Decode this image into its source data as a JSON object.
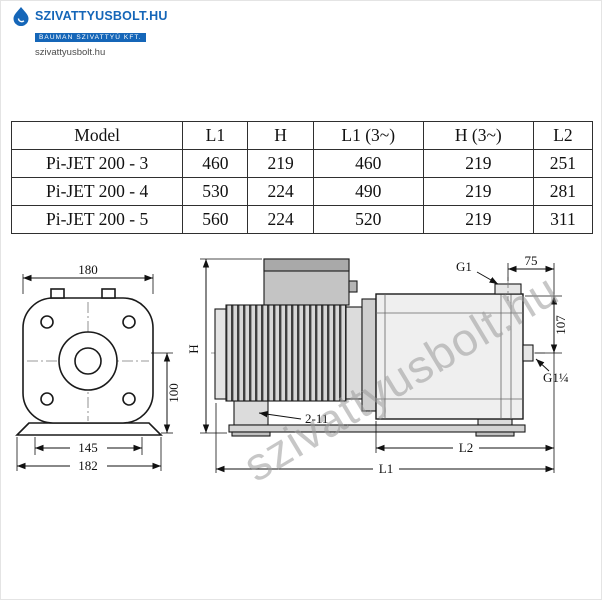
{
  "logo": {
    "title": "SZIVATTYUSBOLT.HU",
    "tagline": "BAUMAN SZIVATTYÚ KFT.",
    "site": "szivattyusbolt.hu"
  },
  "table": {
    "headers": [
      "Model",
      "L1",
      "H",
      "L1 (3~)",
      "H (3~)",
      "L2"
    ],
    "rows": [
      [
        "Pi-JET 200 - 3",
        "460",
        "219",
        "460",
        "219",
        "251"
      ],
      [
        "Pi-JET 200 - 4",
        "530",
        "224",
        "490",
        "219",
        "281"
      ],
      [
        "Pi-JET 200 - 5",
        "560",
        "224",
        "520",
        "219",
        "311"
      ]
    ]
  },
  "front": {
    "dim_top": "180",
    "dim_right": "100",
    "dim_holes": "145",
    "dim_overall": "182"
  },
  "side": {
    "label_h": "H",
    "label_g1": "G1",
    "dim_75": "75",
    "dim_107": "107",
    "label_g1_quarter": "G1¼",
    "label_holes": "2-11",
    "label_l2": "L2",
    "label_l1": "L1"
  },
  "watermark": "szivattyusbolt.hu"
}
